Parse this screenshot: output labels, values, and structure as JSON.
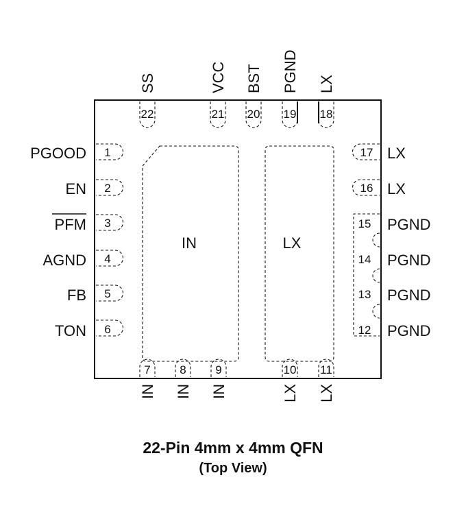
{
  "pins": {
    "p1": {
      "num": "1",
      "name": "PGOOD"
    },
    "p2": {
      "num": "2",
      "name": "EN"
    },
    "p3": {
      "num": "3",
      "name": "PFM"
    },
    "p4": {
      "num": "4",
      "name": "AGND"
    },
    "p5": {
      "num": "5",
      "name": "FB"
    },
    "p6": {
      "num": "6",
      "name": "TON"
    },
    "p7": {
      "num": "7",
      "name": "IN"
    },
    "p8": {
      "num": "8",
      "name": "IN"
    },
    "p9": {
      "num": "9",
      "name": "IN"
    },
    "p10": {
      "num": "10",
      "name": "LX"
    },
    "p11": {
      "num": "11",
      "name": "LX"
    },
    "p12": {
      "num": "12",
      "name": "PGND"
    },
    "p13": {
      "num": "13",
      "name": "PGND"
    },
    "p14": {
      "num": "14",
      "name": "PGND"
    },
    "p15": {
      "num": "15",
      "name": "PGND"
    },
    "p16": {
      "num": "16",
      "name": "LX"
    },
    "p17": {
      "num": "17",
      "name": "LX"
    },
    "p18": {
      "num": "18",
      "name": "LX"
    },
    "p19": {
      "num": "19",
      "name": "PGND"
    },
    "p20": {
      "num": "20",
      "name": "BST"
    },
    "p21": {
      "num": "21",
      "name": "VCC"
    },
    "p22": {
      "num": "22",
      "name": "SS"
    }
  },
  "pads": {
    "in_label": "IN",
    "lx_label": "LX"
  },
  "caption": {
    "title": "22-Pin 4mm x 4mm QFN",
    "subtitle": "(Top View)"
  }
}
